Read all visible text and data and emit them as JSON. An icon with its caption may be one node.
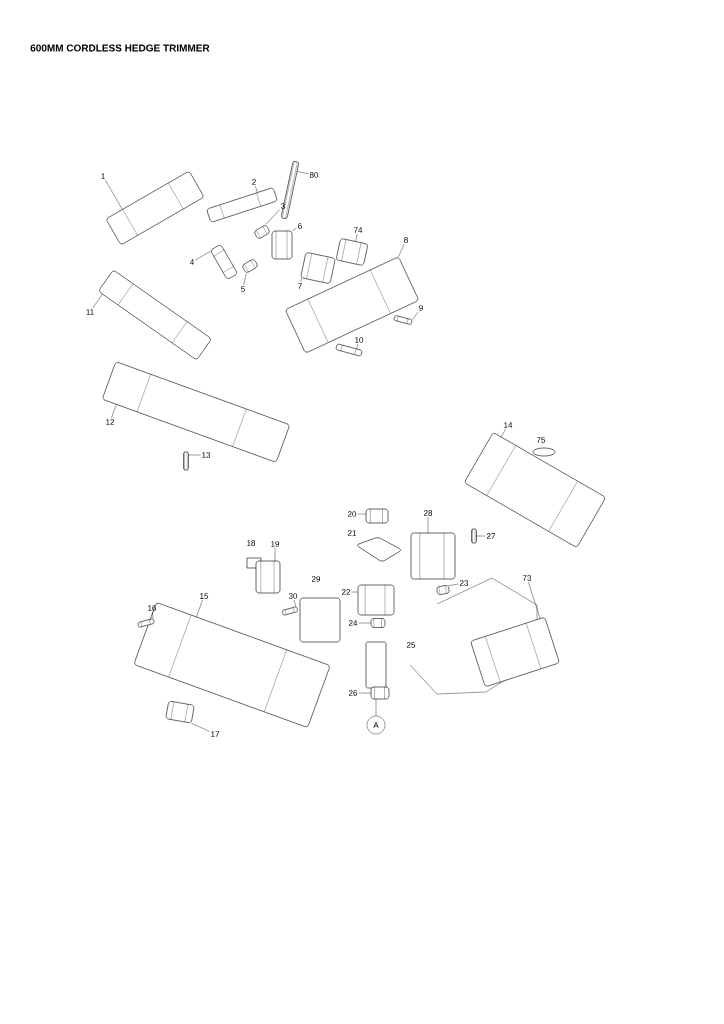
{
  "diagram": {
    "title": "600MM CORDLESS HEDGE TRIMMER",
    "nodes": [
      {
        "text": [
          "1"
        ]
      },
      {
        "text": [],
        "shape": "picture"
      },
      {
        "text": [
          "2"
        ]
      },
      {
        "text": [],
        "shape": "picture"
      },
      {
        "text": [
          "80"
        ]
      },
      {
        "text": [],
        "shape": "picture"
      },
      {
        "text": [
          "3"
        ]
      },
      {
        "text": [],
        "shape": "picture"
      },
      {
        "text": [
          "6"
        ]
      },
      {
        "text": [],
        "shape": "picture"
      },
      {
        "text": [
          "74"
        ]
      },
      {
        "text": [],
        "shape": "picture"
      },
      {
        "text": [
          "8"
        ]
      },
      {
        "text": [],
        "shape": "picture"
      },
      {
        "text": [
          "4"
        ]
      },
      {
        "text": [],
        "shape": "picture"
      },
      {
        "text": [
          "5"
        ]
      },
      {
        "text": [],
        "shape": "picture"
      },
      {
        "text": [
          "7"
        ]
      },
      {
        "text": [],
        "shape": "picture"
      },
      {
        "text": [
          "11"
        ]
      },
      {
        "text": [],
        "shape": "picture"
      },
      {
        "text": [
          "9"
        ]
      },
      {
        "text": [],
        "shape": "picture"
      },
      {
        "text": [
          "10"
        ]
      },
      {
        "text": [],
        "shape": "picture"
      },
      {
        "text": [
          "12"
        ]
      },
      {
        "text": [],
        "shape": "picture"
      },
      {
        "text": [
          "13"
        ]
      },
      {
        "text": [],
        "shape": "picture"
      },
      {
        "text": [
          "14"
        ]
      },
      {
        "text": [],
        "shape": "picture"
      },
      {
        "text": [
          "20"
        ]
      },
      {
        "text": [],
        "shape": "picture"
      },
      {
        "text": [
          "28"
        ]
      },
      {
        "text": [],
        "shape": "picture"
      },
      {
        "text": [
          "27"
        ]
      },
      {
        "text": [],
        "shape": "picture"
      },
      {
        "text": [
          "19"
        ]
      },
      {
        "text": [],
        "shape": "picture"
      },
      {
        "text": [
          "22"
        ]
      },
      {
        "text": [],
        "shape": "picture"
      },
      {
        "text": [
          "23"
        ]
      },
      {
        "text": [],
        "shape": "picture"
      },
      {
        "text": [
          "73"
        ]
      },
      {
        "text": [],
        "shape": "picture"
      },
      {
        "text": [
          "30"
        ]
      },
      {
        "text": [],
        "shape": "picture"
      },
      {
        "text": [
          "15"
        ]
      },
      {
        "text": [],
        "shape": "picture"
      },
      {
        "text": [
          "16"
        ]
      },
      {
        "text": [],
        "shape": "picture"
      },
      {
        "text": [
          "24"
        ]
      },
      {
        "text": [],
        "shape": "picture"
      },
      {
        "text": [
          "26"
        ]
      },
      {
        "text": [],
        "shape": "picture"
      },
      {
        "text": [
          "A"
        ]
      },
      {
        "text": [
          "17"
        ]
      },
      {
        "text": [],
        "shape": "picture"
      }
    ],
    "edges": [
      {
        "from": 0,
        "to": 1,
        "arrow": "none"
      },
      {
        "from": 2,
        "to": 3,
        "arrow": "none"
      },
      {
        "from": 4,
        "to": 5,
        "arrow": "none"
      },
      {
        "from": 6,
        "to": 7,
        "arrow": "none"
      },
      {
        "from": 8,
        "to": 9,
        "arrow": "none"
      },
      {
        "from": 10,
        "to": 11,
        "arrow": "none"
      },
      {
        "from": 12,
        "to": 13,
        "arrow": "none"
      },
      {
        "from": 14,
        "to": 15,
        "arrow": "none"
      },
      {
        "from": 16,
        "to": 17,
        "arrow": "none"
      },
      {
        "from": 18,
        "to": 19,
        "arrow": "none"
      },
      {
        "from": 20,
        "to": 21,
        "arrow": "none"
      },
      {
        "from": 22,
        "to": 23,
        "arrow": "none"
      },
      {
        "from": 24,
        "to": 25,
        "arrow": "none"
      },
      {
        "from": 26,
        "to": 27,
        "arrow": "none"
      },
      {
        "from": 28,
        "to": 29,
        "arrow": "none"
      },
      {
        "from": 30,
        "to": 31,
        "arrow": "none"
      },
      {
        "from": 32,
        "to": 33,
        "arrow": "none"
      },
      {
        "from": 34,
        "to": 35,
        "arrow": "none"
      },
      {
        "from": 36,
        "to": 37,
        "arrow": "none"
      },
      {
        "from": 38,
        "to": 39,
        "arrow": "none"
      },
      {
        "from": 40,
        "to": 41,
        "arrow": "none"
      },
      {
        "from": 42,
        "to": 43,
        "arrow": "none"
      },
      {
        "from": 44,
        "to": 45,
        "arrow": "none"
      },
      {
        "from": 46,
        "to": 47,
        "arrow": "none"
      },
      {
        "from": 48,
        "to": 49,
        "arrow": "none"
      },
      {
        "from": 50,
        "to": 51,
        "arrow": "none"
      },
      {
        "from": 52,
        "to": 53,
        "arrow": "none"
      },
      {
        "from": 54,
        "to": 55,
        "arrow": "none"
      },
      {
        "from": 55,
        "to": 56,
        "arrow": "none"
      },
      {
        "from": 57,
        "to": 58,
        "arrow": "none"
      }
    ],
    "labels": [
      "75",
      "21",
      "18",
      "29",
      "25"
    ]
  }
}
